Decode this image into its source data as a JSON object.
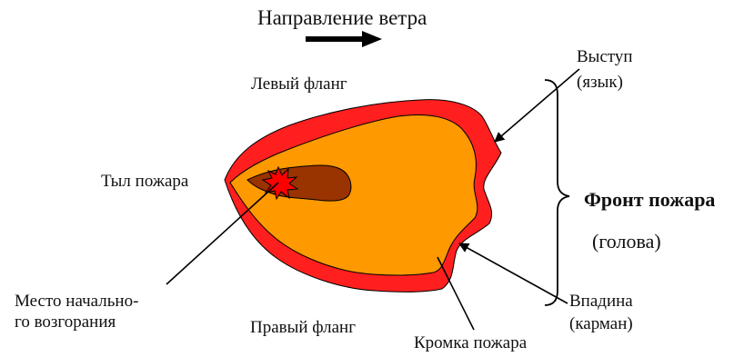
{
  "labels": {
    "wind_direction": "Направление ветра",
    "left_flank": "Левый фланг",
    "right_flank": "Правый фланг",
    "rear": "Тыл пожара",
    "ignition_line1": "Место начально-",
    "ignition_line2": "го возгорания",
    "tongue_line1": "Выступ",
    "tongue_line2": "(язык)",
    "front": "Фронт пожара",
    "head": "(голова)",
    "pocket_line1": "Впадина",
    "pocket_line2": "(карман)",
    "edge": "Кромка пожара"
  },
  "colors": {
    "outer_zone": "#ff1f1f",
    "inner_zone": "#ff9900",
    "core_zone": "#993300",
    "ignition_star": "#ff0000",
    "lines": "#000000"
  }
}
